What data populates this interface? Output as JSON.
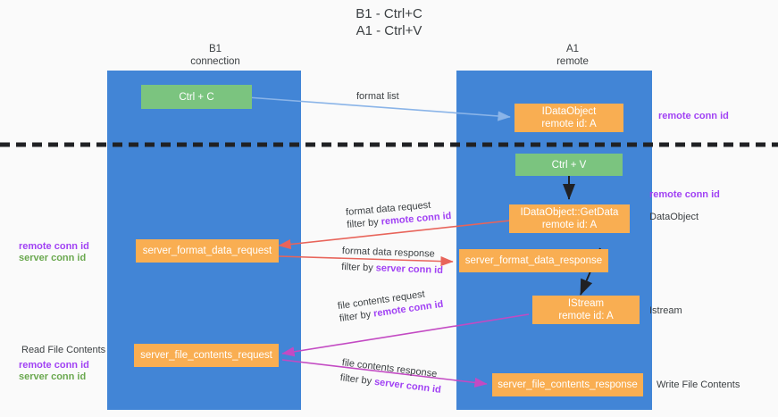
{
  "title": {
    "line1": "B1 - Ctrl+C",
    "line2": "A1 - Ctrl+V"
  },
  "columns": [
    {
      "name": "B1",
      "role": "connection"
    },
    {
      "name": "A1",
      "role": "remote"
    }
  ],
  "nodes": {
    "ctrl_c": {
      "label": "Ctrl + C"
    },
    "idataobject": {
      "line1": "IDataObject",
      "line2": "remote id: A"
    },
    "ctrl_v": {
      "label": "Ctrl + V"
    },
    "getdata": {
      "line1": "IDataObject::GetData",
      "line2": "remote id: A"
    },
    "server_format_data_request": {
      "label": "server_format_data_request"
    },
    "server_format_data_response": {
      "label": "server_format_data_response"
    },
    "istream": {
      "line1": "IStream",
      "line2": "remote id: A"
    },
    "server_file_contents_request": {
      "label": "server_file_contents_request"
    },
    "server_file_contents_response": {
      "label": "server_file_contents_response"
    }
  },
  "edge_labels": {
    "format_list": "format list",
    "format_data_request": "format data request",
    "format_data_request_filter_prefix": "filter by ",
    "format_data_request_filter_key": "remote conn id",
    "format_data_response": "format data response",
    "format_data_response_filter_prefix": "filter by ",
    "format_data_response_filter_key": "server conn id",
    "file_contents_request": "file contents request",
    "file_contents_request_filter_prefix": "filter by ",
    "file_contents_request_filter_key": "remote conn id",
    "file_contents_response": "file contents response",
    "file_contents_response_filter_prefix": "filter by ",
    "file_contents_response_filter_key": "server conn id"
  },
  "side_labels": {
    "right_remote_conn_top": "remote conn id",
    "right_remote_conn_mid": "remote conn id",
    "right_dataobject": "DataObject",
    "right_istream": "Istream",
    "right_write_file_contents": "Write File Contents",
    "left_remote_conn_id": "remote conn id",
    "left_server_conn_id": "server conn id",
    "left_read_file_contents": "Read File Contents",
    "left_bottom_remote_conn_id": "remote conn id",
    "left_bottom_server_conn_id": "server conn id"
  },
  "colors": {
    "lane": "#4285d6",
    "green_node": "#7bc47f",
    "orange_node": "#f9ae52",
    "purple_text": "#a142f4",
    "green_text": "#6aa84f",
    "arrow_blue": "#8ab4e8",
    "arrow_red": "#e8645a",
    "arrow_magenta": "#c34ac3",
    "arrow_black": "#202124",
    "divider": "#202124",
    "background": "#fafafa"
  }
}
